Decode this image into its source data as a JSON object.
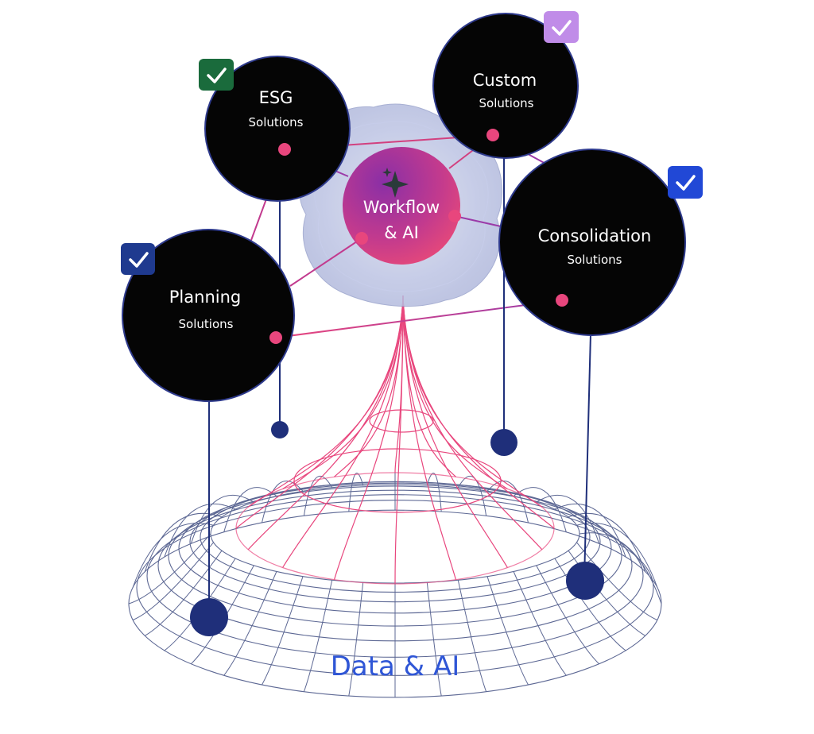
{
  "diagram": {
    "hub": {
      "line1": "Workflow",
      "line2": "& AI",
      "icon": "sparkle-icon"
    },
    "base": {
      "label": "Data & AI"
    },
    "nodes": {
      "esg": {
        "title": "ESG",
        "subtitle": "Solutions",
        "badge_color": "#1a6b3c",
        "badge_icon": "check-icon"
      },
      "custom": {
        "title": "Custom",
        "subtitle": "Solutions",
        "badge_color": "#c08ce8",
        "badge_icon": "check-icon"
      },
      "consolidation": {
        "title": "Consolidation",
        "subtitle": "Solutions",
        "badge_color": "#2148d6",
        "badge_icon": "check-icon"
      },
      "planning": {
        "title": "Planning",
        "subtitle": "Solutions",
        "badge_color": "#1f3a8f",
        "badge_icon": "check-icon"
      }
    },
    "colors": {
      "node_fill": "#050505",
      "node_stroke": "#2e3a8c",
      "connector_pink": "#e8467d",
      "connector_purple": "#9b3aa8",
      "pin_navy": "#1f2f7a",
      "mesh_navy": "#55608f",
      "hub_gradient_start": "#7e2fa0",
      "hub_gradient_end": "#e0457c"
    }
  }
}
